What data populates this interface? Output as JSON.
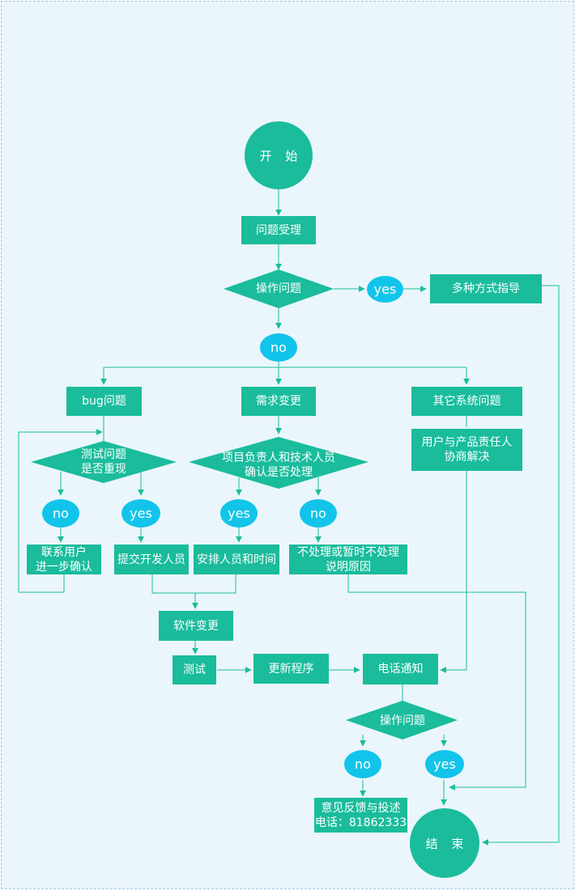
{
  "colors": {
    "node": "#1abc9c",
    "decision_label": "#12c4ea",
    "edge": "#1abc9c",
    "background": "#eaf6fc"
  },
  "flow": {
    "start": "开 始",
    "accept": "问题受理",
    "q_operation": "操作问题",
    "yes_top": "yes",
    "guide": "多种方式指导",
    "no_top": "no",
    "bug": "bug问题",
    "change": "需求变更",
    "other": "其它系统问题",
    "reproduce": "测试问题\n是否重现",
    "handle": "项目负责人和技术人员\n确认是否处理",
    "negotiate": "用户与产品责任人\n协商解决",
    "no_bug": "no",
    "yes_bug": "yes",
    "yes_change": "yes",
    "no_change": "no",
    "contact_user": "联系用户\n进一步确认",
    "submit_dev": "提交开发人员",
    "schedule": "安排人员和时间",
    "no_handle": "不处理或暂时不处理\n说明原因",
    "software_change": "软件变更",
    "test": "测试",
    "update": "更新程序",
    "notify": "电话通知",
    "q_operation_2": "操作问题",
    "no_bottom": "no",
    "yes_bottom": "yes",
    "feedback": "意见反馈与投述\n电话：81862333",
    "end": "结 束"
  }
}
